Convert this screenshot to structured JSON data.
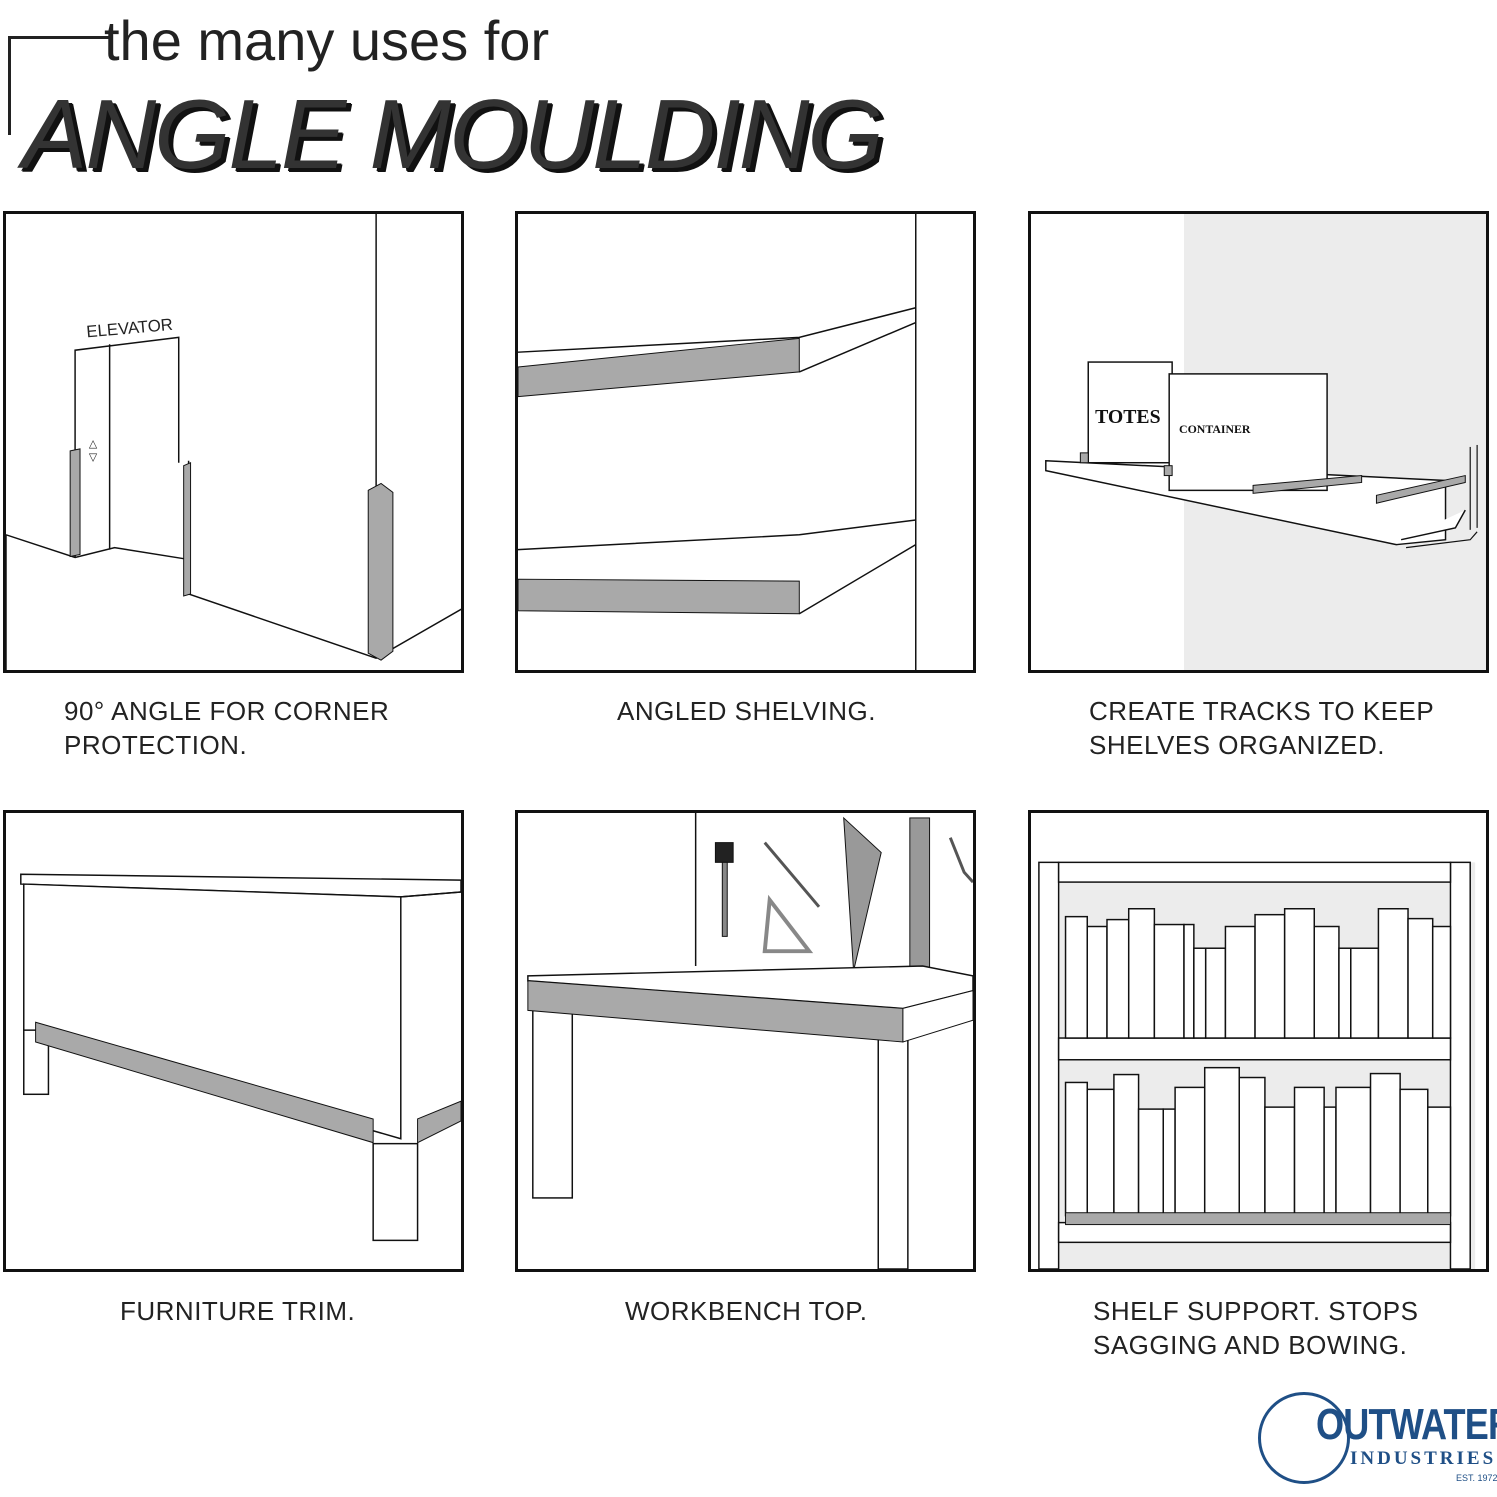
{
  "header": {
    "subtitle": "the many uses for",
    "title": "ANGLE MOULDING"
  },
  "panels": [
    {
      "caption": "90° ANGLE FOR CORNER PROTECTION.",
      "labels": [
        "ELEVATOR"
      ]
    },
    {
      "caption": "ANGLED SHELVING.",
      "labels": []
    },
    {
      "caption": "CREATE TRACKS TO KEEP SHELVES ORGANIZED.",
      "labels": [
        "TOTES",
        "CONTAINER"
      ]
    },
    {
      "caption": "FURNITURE TRIM.",
      "labels": []
    },
    {
      "caption": "WORKBENCH TOP.",
      "labels": []
    },
    {
      "caption": "SHELF SUPPORT. STOPS SAGGING AND BOWING.",
      "labels": []
    }
  ],
  "logo": {
    "name": "OUTWATER",
    "subtitle": "INDUSTRIES",
    "est": "EST. 1972"
  },
  "colors": {
    "line": "#111111",
    "moulding": "#a9a9a9",
    "wall_shade": "#ececec",
    "brand": "#1f4f86"
  }
}
